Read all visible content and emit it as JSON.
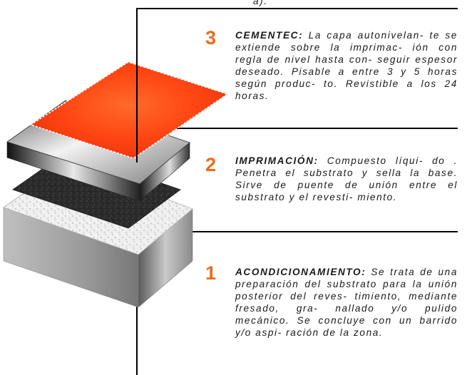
{
  "top_fragment": "a).",
  "steps": [
    {
      "number": "3",
      "title": "CEMENTEC:",
      "lines": [
        "La capa autonivelan-",
        "te se extiende sobre la imprimac-",
        "ión con regla de nivel hasta con-",
        "seguir espesor deseado. Pisable",
        "a entre 3 y 5 horas según produc-",
        "to. Revistible a los 24 horas."
      ]
    },
    {
      "number": "2",
      "title": "IMPRIMACIÓN:",
      "lines": [
        "Compuesto líqui-",
        "do . Penetra el substrato y sella",
        "la base. Sirve de puente de unión",
        "entre el substrato y el revesti-",
        "miento."
      ]
    },
    {
      "number": "1",
      "title": "ACONDICIONAMIENTO:",
      "lines": [
        "Se trata",
        "de una preparación del substrato",
        "para la unión posterior del reves-",
        "timiento, mediante fresado, gra-",
        "nallado y/o pulido mecánico. Se",
        "concluye con un barrido y/o aspi-",
        "ración de la zona."
      ]
    }
  ],
  "colors": {
    "orange_layer": "#ff4a16",
    "number_color": "#ee6a1e",
    "leader_lines": "#000000"
  }
}
